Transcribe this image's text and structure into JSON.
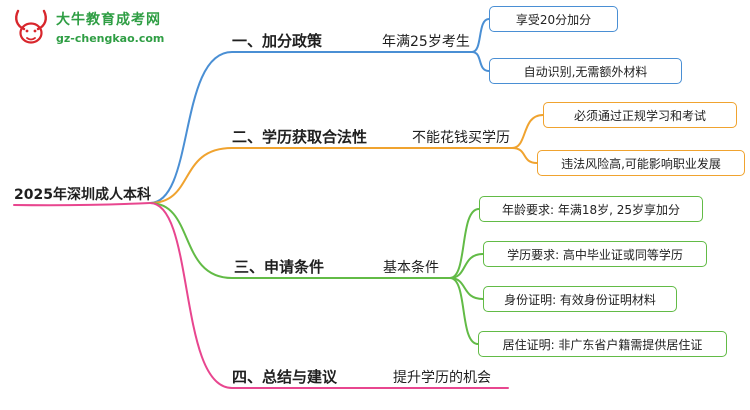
{
  "logo": {
    "icon": "bull-logo-icon",
    "title": "大牛教育成考网",
    "subtitle": "gz-chengkao.com",
    "colors": {
      "red": "#d8262c",
      "green": "#2f9e44"
    }
  },
  "root": {
    "label": "2025年深圳成人本科"
  },
  "colors": {
    "branch1_blue": "#4a8fd4",
    "branch2_orange": "#f0a32f",
    "branch3_green": "#62bb46",
    "branch4_pink": "#e8468f"
  },
  "branches": [
    {
      "label": "一、加分政策",
      "color": "#4a8fd4",
      "sub": "年满25岁考生",
      "leaves": [
        "享受20分加分",
        "自动识别,无需额外材料"
      ]
    },
    {
      "label": "二、学历获取合法性",
      "color": "#f0a32f",
      "sub": "不能花钱买学历",
      "leaves": [
        "必须通过正规学习和考试",
        "违法风险高,可能影响职业发展"
      ]
    },
    {
      "label": "三、申请条件",
      "color": "#62bb46",
      "sub": "基本条件",
      "leaves": [
        "年龄要求: 年满18岁, 25岁享加分",
        "学历要求: 高中毕业证或同等学历",
        "身份证明: 有效身份证明材料",
        "居住证明: 非广东省户籍需提供居住证"
      ]
    },
    {
      "label": "四、总结与建议",
      "color": "#e8468f",
      "sub": "提升学历的机会",
      "leaves": []
    }
  ]
}
